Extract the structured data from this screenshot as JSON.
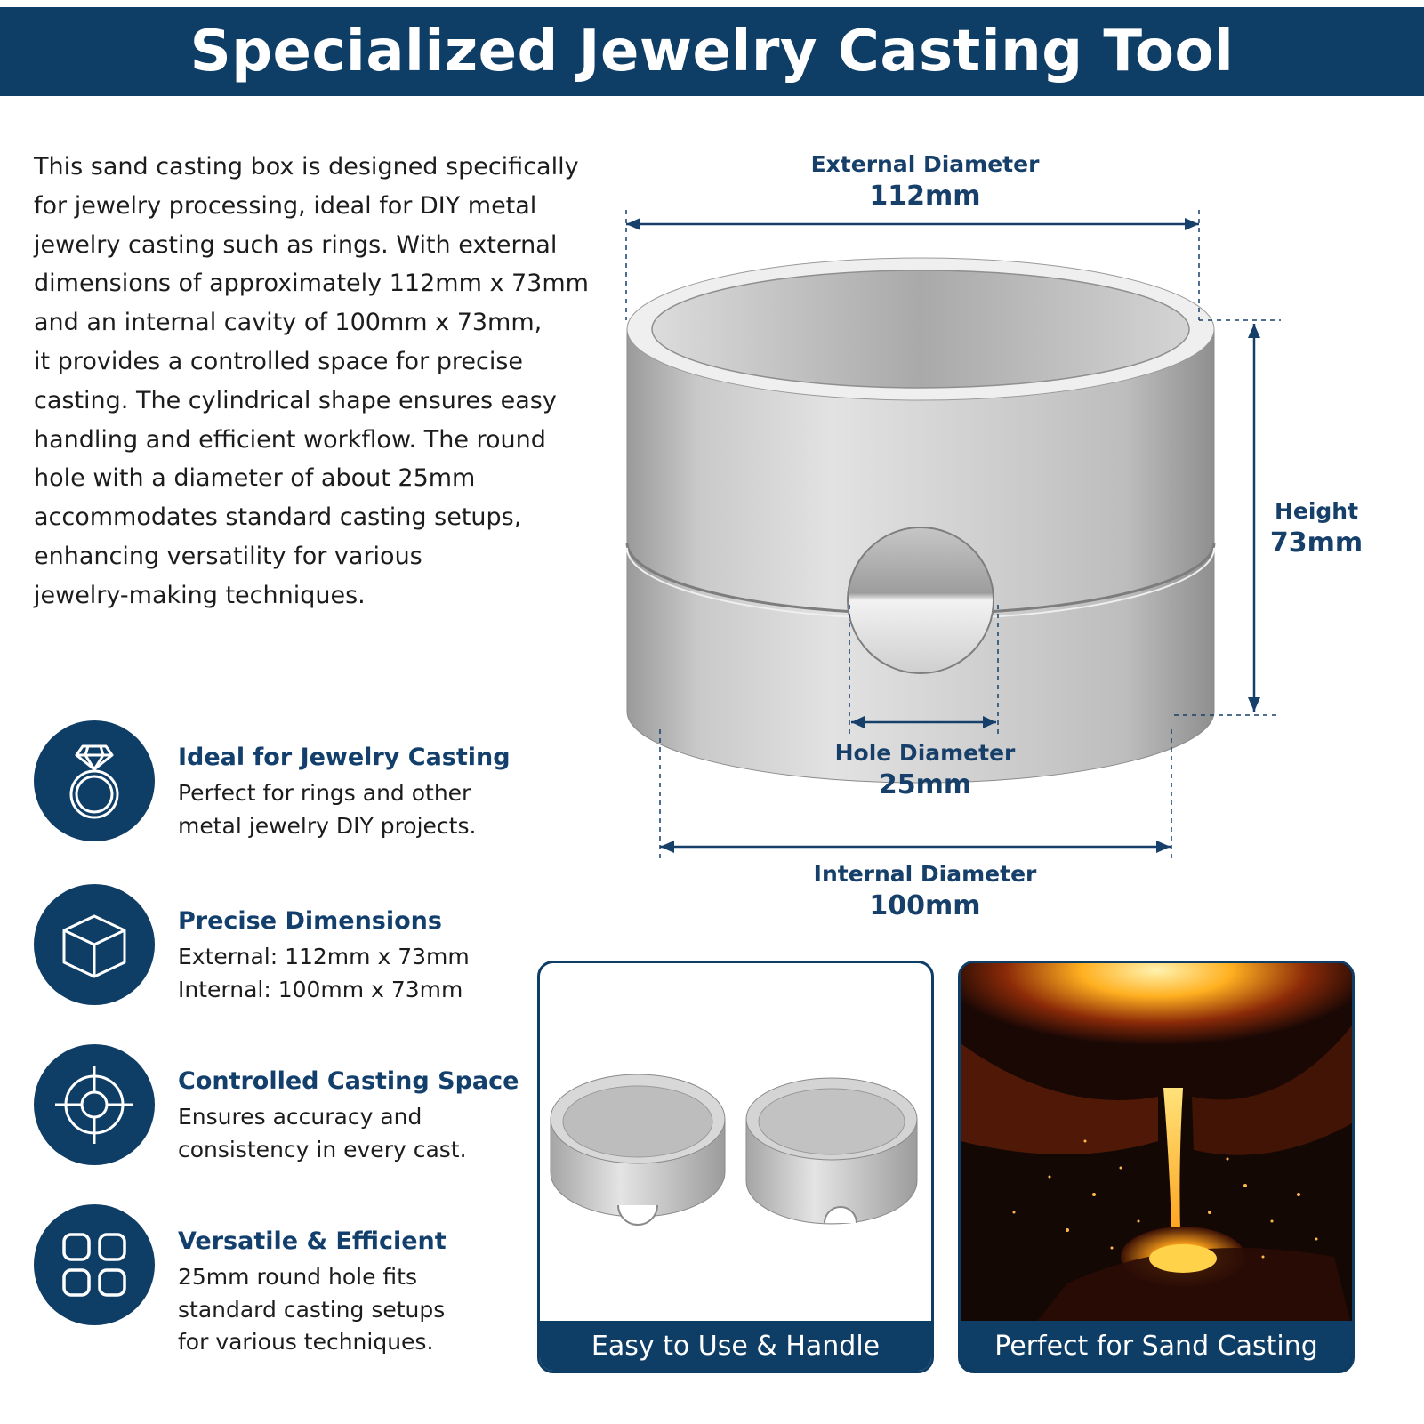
{
  "header": {
    "title": "Specialized Jewelry Casting Tool"
  },
  "intro": {
    "lines": [
      "This sand casting box is designed specifically",
      "for jewelry processing, ideal for DIY metal",
      "jewelry casting such as rings. With external",
      "dimensions of approximately 112mm x 73mm",
      "and an internal cavity of 100mm x 73mm,",
      "it provides a controlled space for precise",
      "casting. The cylindrical shape ensures easy",
      "handling and efficient workflow. The round",
      "hole with a diameter of about 25mm",
      "accommodates standard casting setups,",
      "enhancing versatility for various",
      "jewelry-making techniques."
    ]
  },
  "features": [
    {
      "icon": "ring-icon",
      "title": "Ideal for Jewelry Casting",
      "desc": [
        "Perfect for rings and other",
        "metal jewelry DIY projects."
      ]
    },
    {
      "icon": "cube-icon",
      "title": "Precise Dimensions",
      "desc": [
        "External: 112mm x 73mm",
        "Internal: 100mm x 73mm"
      ]
    },
    {
      "icon": "crosshair-icon",
      "title": "Controlled Casting Space",
      "desc": [
        "Ensures accuracy and",
        "consistency in every cast."
      ]
    },
    {
      "icon": "grid-icon",
      "title": "Versatile & Efficient",
      "desc": [
        "25mm round hole fits",
        "standard casting setups",
        "for various techniques."
      ]
    }
  ],
  "dimensions": {
    "external": {
      "label": "External Diameter",
      "value": "112mm"
    },
    "height": {
      "label": "Height",
      "value": "73mm"
    },
    "hole": {
      "label": "Hole Diameter",
      "value": "25mm"
    },
    "internal": {
      "label": "Internal Diameter",
      "value": "100mm"
    }
  },
  "panels": {
    "left": {
      "caption": "Easy to Use & Handle"
    },
    "right": {
      "caption": "Perfect for Sand Casting"
    }
  },
  "colors": {
    "navy": "#0e3d66",
    "label_blue": "#163f6a",
    "text": "#1c1c1c"
  }
}
